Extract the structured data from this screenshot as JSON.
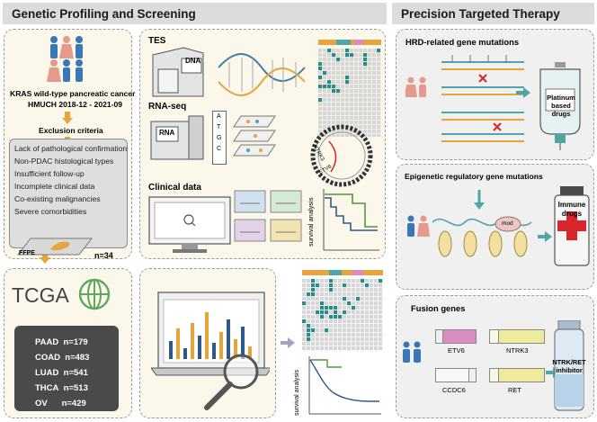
{
  "headers": {
    "left": "Genetic Profiling and Screening",
    "right": "Precision Targeted Therapy"
  },
  "cohort": {
    "title": "KRAS wild-type pancreatic cancer",
    "subtitle": "HMUCH 2018-12 - 2021-09",
    "exclusion_title": "Exclusion criteria",
    "exclusion_items": [
      "Lack of pathological confirmation",
      "Non-PDAC histological types",
      "Insufficient follow-up",
      "Incomplete clinical data",
      "Co-existing malignancies",
      "Severe comorbidities"
    ],
    "sample_label": "FFPE",
    "sample_count": "n=34"
  },
  "methods": {
    "tes": "TES",
    "dna": "DNA",
    "rnaseq": "RNA-seq",
    "rna": "RNA",
    "clinical": "Clinical data",
    "survival_axis": "survival analysis",
    "base_letters": [
      "A",
      "T",
      "G",
      "C"
    ],
    "fusion_circle_labels": [
      "NTRK3",
      "ETV6"
    ]
  },
  "tcga": {
    "title": "TCGA",
    "rows": [
      {
        "code": "PAAD",
        "n": "n=179"
      },
      {
        "code": "COAD",
        "n": "n=483"
      },
      {
        "code": "LUAD",
        "n": "n=541"
      },
      {
        "code": "THCA",
        "n": "n=513"
      },
      {
        "code": "OV",
        "n": "n=429"
      }
    ],
    "survival_axis": "survival analysis"
  },
  "therapy": {
    "hrd_title": "HRD-related gene mutations",
    "platinum": "Platinum based drugs",
    "epi_title": "Epigenetic regulatory gene mutations",
    "mod_label": "mod",
    "immune": "Immune drugs",
    "fusion_title": "Fusion genes",
    "genes": [
      "ETV6",
      "NTRK3",
      "CCDC6",
      "RET"
    ],
    "inhibitor": "NTRK/RET inhibitor"
  },
  "colors": {
    "header_bg": "#dcdcdc",
    "cream_panel": "#fbf7ea",
    "grey_panel": "#f0f0f0",
    "teal": "#4fa6a6",
    "orange": "#e8a43c",
    "people_blue": "#3a78b5",
    "people_pink": "#e59a8c",
    "red_cross": "#d8262a",
    "green_curve": "#4d9a3a",
    "navy_curve": "#2e5a88"
  }
}
